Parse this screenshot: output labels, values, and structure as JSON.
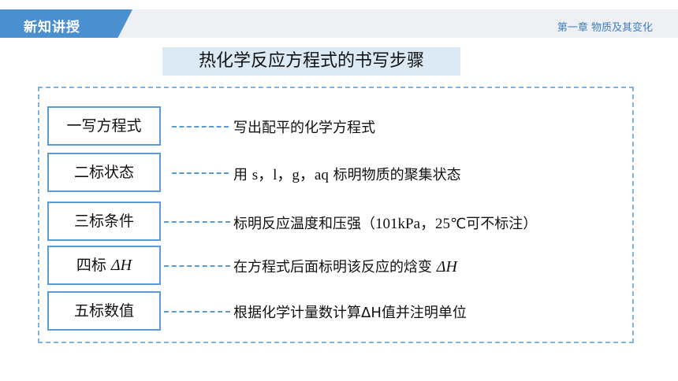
{
  "header": {
    "section_label": "新知讲授",
    "chapter_label": "第一章 物质及其变化"
  },
  "title": "热化学反应方程式的书写步骤",
  "steps": [
    {
      "label": "一写方程式",
      "desc": "写出配平的化学方程式"
    },
    {
      "label_prefix": "二标状态",
      "desc_prefix": "用 ",
      "desc_latin": "s，l，g，aq",
      "desc_suffix": " 标明物质的聚集状态"
    },
    {
      "label": "三标条件",
      "desc_prefix": "标明反应温度和压强（",
      "desc_latin": "101kPa，25",
      "desc_suffix": "℃可不标注）"
    },
    {
      "label_prefix": "四标 ",
      "label_symbol": "ΔH",
      "desc_prefix": "在方程式后面标明该反应的焓变 ",
      "desc_symbol": "ΔH"
    },
    {
      "label": "五标数值",
      "desc": "根据化学计量数计算ΔH值并注明单位"
    }
  ],
  "colors": {
    "accent": "#4a8fd0",
    "border": "#5b9bd5",
    "title_bg": "#dceaf6"
  }
}
